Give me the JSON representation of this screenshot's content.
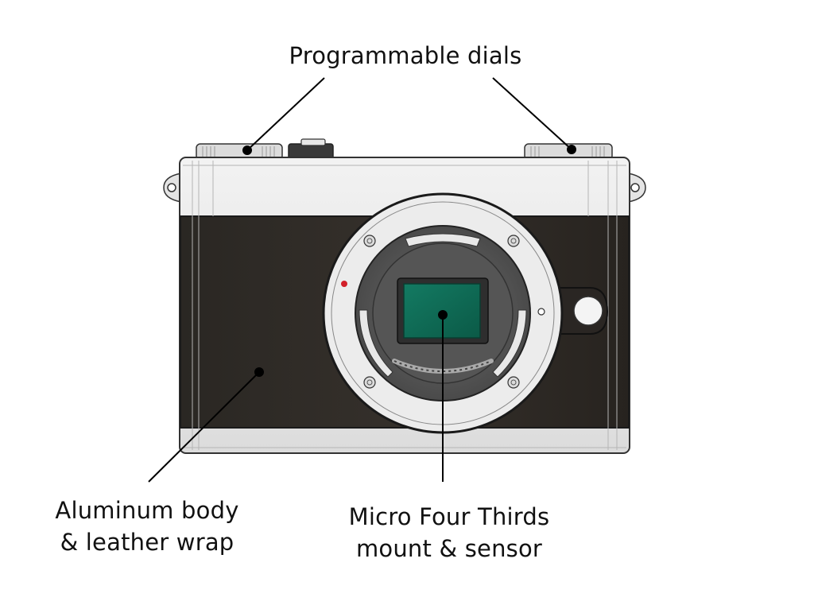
{
  "diagram": {
    "subject": "Mirrorless camera (front view)",
    "colors": {
      "background": "#ffffff",
      "body_silver": "#e6e6e6",
      "leather_wrap": "#2e2a26",
      "mount_ring": "#ececec",
      "sensor": "#0f6b55",
      "indicator_dot": "#d2202a",
      "leader_line": "#000000"
    },
    "callouts": [
      {
        "id": "dials",
        "text": "Programmable dials"
      },
      {
        "id": "body",
        "line1": "Aluminum body",
        "line2": "& leather wrap"
      },
      {
        "id": "mount",
        "line1": "Micro Four Thirds",
        "line2": "mount & sensor"
      }
    ]
  }
}
